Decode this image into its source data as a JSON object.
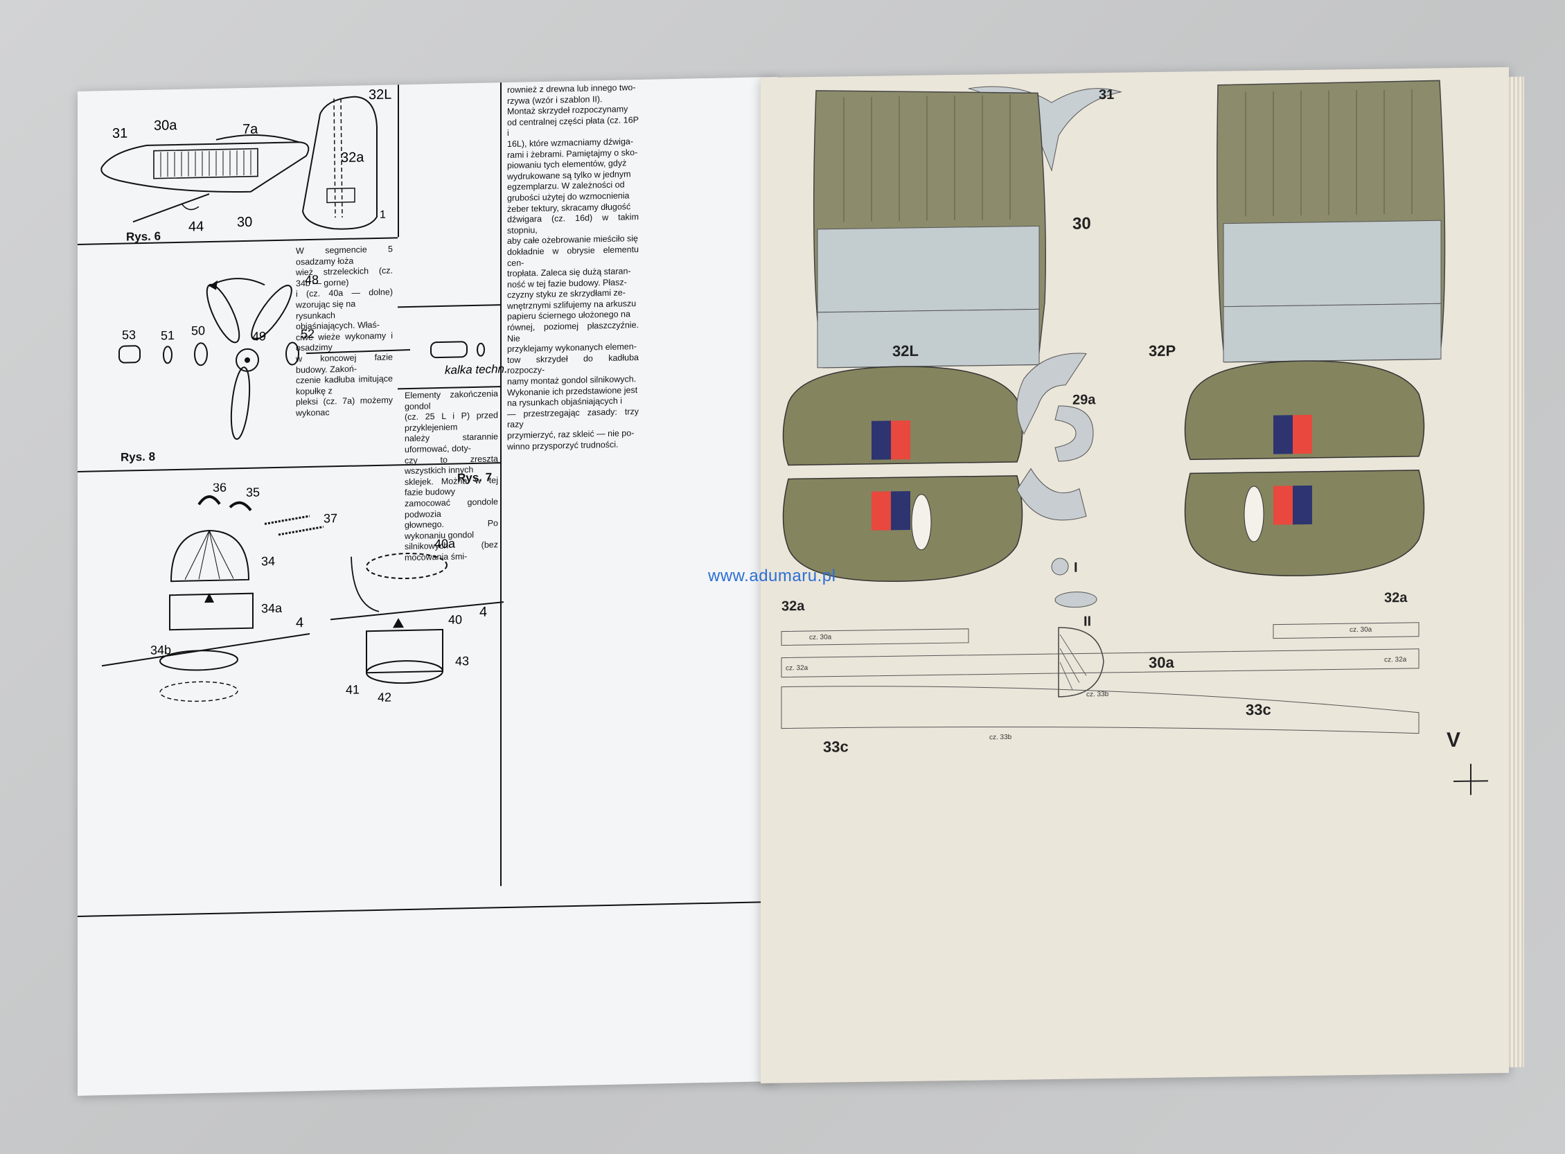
{
  "watermark": "www.adumaru.pl",
  "left_page": {
    "figures": {
      "rys6": "Rys. 6",
      "rys8": "Rys. 8",
      "rys7": "Rys. 7"
    },
    "text_top_right": "rownież z drewna lub innego two-\nrzywa (wzór i szablon II).\nMontaż skrzydeł rozpoczynamy\nod centralnej części płata (cz. 16P i\n16L), które wzmacniamy dźwiga-\nrami i żebrami. Pamiętajmy o sko-\npiowaniu tych elementów, gdyż\nwydrukowane są tylko w jednym\negzemplarzu. W zależności od\ngrubości użytej do wzmocnienia\nżeber tektury, skracamy długość\ndźwigara (cz. 16d) w takim stopniu,\naby całe ożebrowanie mieściło się\ndokładnie w obrysie elementu cen-\ntropłata. Zaleca się dużą staran-\nność w tej fazie budowy. Płasz-\nczyzny styku ze skrzydłami ze-\nwnętrznymi szlifujemy na arkuszu\npapieru ściernego ułożonego na\nrównej, poziomej płaszczyźnie. Nie\nprzyklejamy wykonanych elemen-\ntow skrzydeł do kadłuba rozpoczy-\nnamy montaż gondol silnikowych.\nWykonanie ich przedstawione jest\nna rysunkach objaśniających i\n— przestrzegając zasady: trzy razy\nprzymierzyć, raz skleić — nie po-\nwinno przysporzyć trudności.",
    "text_middle": "W segmencie 5 osadzamy łoża\nwież strzeleckich (cz. 34b — gorne)\ni (cz. 40a — dolne) wzorując się na\nrysunkach objaśniających. Właś-\nciwe wieże wykonamy i osadzimy\nw koncowej fazie budowy. Zakoń-\nczenie kadłuba imitujące kopułkę z\npleksi (cz. 7a) możemy wykonac",
    "text_lower_right": "Elementy zakończenia gondol\n(cz. 25 L i P) przed przyklejeniem\nnależy starannie uformować, doty-\nczy to zresztą wszystkich innych\nsklejek. Można w tej fazie budowy\nzamocować gondole podwozia\ngłownego. Po wykonaniu gondol\nsilnikowych (bez mocowania śmi-",
    "rys6_labels": [
      "31",
      "30a",
      "7a",
      "32L",
      "32a",
      "44",
      "30",
      "1"
    ],
    "rys8_labels": [
      "53",
      "51",
      "50",
      "49",
      "48",
      "52",
      "kalka techn."
    ],
    "rys7_labels": [
      "36",
      "35",
      "37",
      "34",
      "34a",
      "34b",
      "4",
      "40a",
      "40",
      "43",
      "41",
      "42",
      "4"
    ]
  },
  "right_sheet": {
    "part_labels": [
      "31",
      "30",
      "32L",
      "32P",
      "29a",
      "I",
      "II",
      "32a",
      "32a",
      "30a",
      "33c",
      "33c",
      "V"
    ],
    "small_labels": [
      "cz. 30a",
      "cz. 30a",
      "cz. 32a",
      "cz. 32a",
      "cz. 33b",
      "cz. 33b"
    ]
  },
  "colors": {
    "olive": "#8a8a6a",
    "panel_grey": "#c4cdd0",
    "roundel_blue": "#2d3470",
    "roundel_red": "#e8483e",
    "sheet": "#ebe6da",
    "page": "#f4f5f6"
  }
}
